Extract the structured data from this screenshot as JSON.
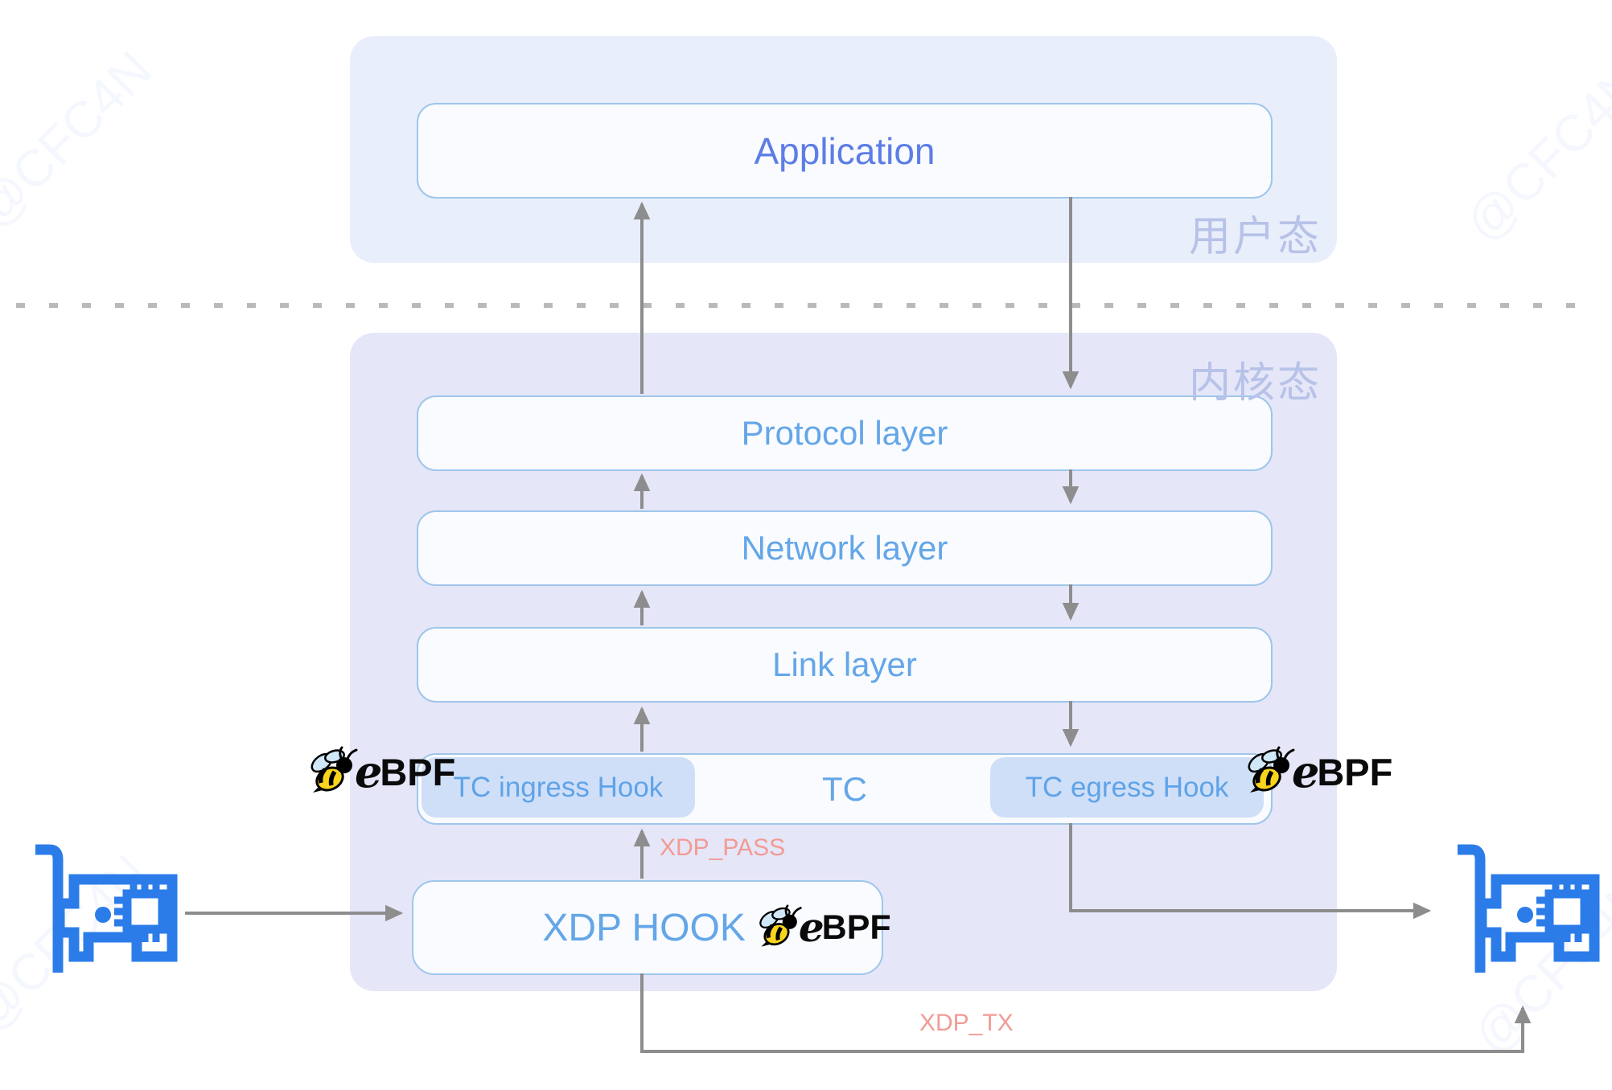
{
  "watermark": {
    "text": "@CFC4N"
  },
  "regions": {
    "user_space_label": "用户态",
    "kernel_space_label": "内核态"
  },
  "boxes": {
    "application": "Application",
    "protocol": "Protocol layer",
    "network": "Network layer",
    "link": "Link layer",
    "tc": "TC",
    "tc_ingress": "TC ingress Hook",
    "tc_egress": "TC egress Hook",
    "xdp": "XDP HOOK"
  },
  "ebpf_logo": {
    "e": "e",
    "bpf": "BPF"
  },
  "annotations": {
    "xdp_pass": "XDP_PASS",
    "xdp_tx": "XDP_TX"
  },
  "colors": {
    "user_region_bg": "#e9eefb",
    "kernel_region_bg": "#e5e6f8",
    "node_bg": "#f9fbfe",
    "node_border": "#9fc6ea",
    "layer_text": "#64a6e8",
    "application_text": "#5d7de6",
    "pill_bg": "#cfdff8",
    "pill_text": "#5fa3e8",
    "cjk_label_text": "#b7c2e8",
    "arrow_gray": "#8d8d8d",
    "annotation_salmon": "#f29b94",
    "nic_blue": "#2b7ce9",
    "ebpf_black": "#0a0a0a",
    "bee_yellow": "#f8d41d",
    "bee_wing_blue": "#cfe7f7"
  }
}
